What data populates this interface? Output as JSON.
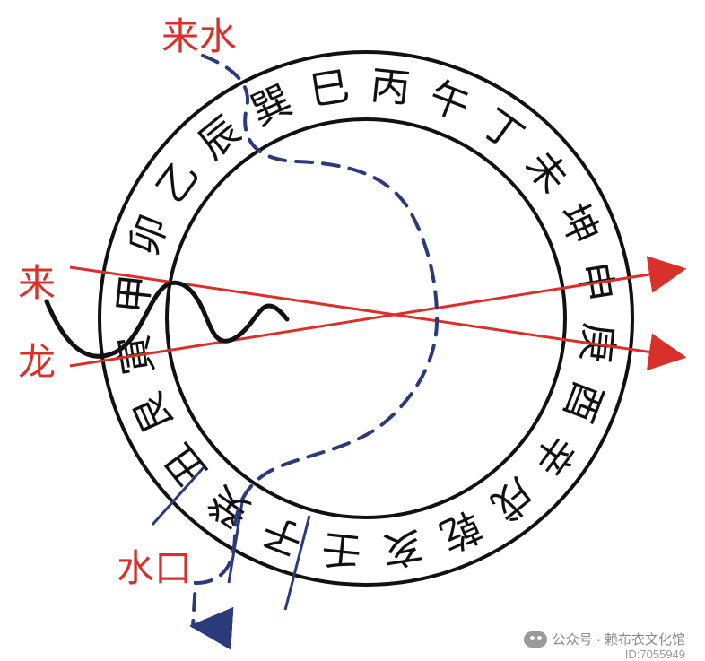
{
  "colors": {
    "ring": "#111111",
    "red": "#d8302b",
    "blue": "#2a3a7a",
    "label_red": "#d8302b"
  },
  "ring_labels": [
    "巳",
    "丙",
    "午",
    "丁",
    "未",
    "坤",
    "申",
    "庚",
    "酉",
    "辛",
    "戌",
    "乾",
    "亥",
    "壬",
    "子",
    "癸",
    "丑",
    "艮",
    "寅",
    "甲",
    "卯",
    "乙",
    "辰",
    "巽"
  ],
  "labels": {
    "incoming_water": "来水",
    "incoming_dragon_1": "来",
    "incoming_dragon_2": "龙",
    "water_outlet": "水口"
  },
  "watermark": {
    "account": "公众号 · 赖布衣文化馆",
    "id": "ID:7055949"
  }
}
